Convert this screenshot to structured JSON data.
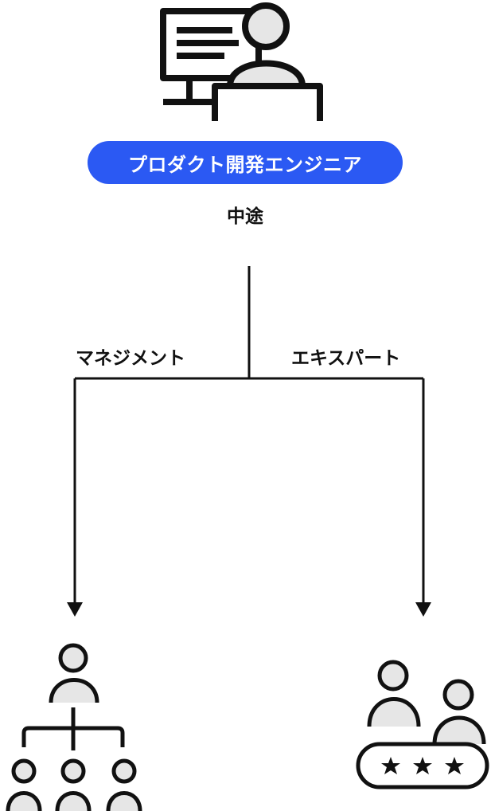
{
  "role": {
    "title": "プロダクト開発エンジニア",
    "subtitle": "中途"
  },
  "branches": {
    "left": {
      "label": "マネジメント",
      "icon": "org-chart-icon"
    },
    "right": {
      "label": "エキスパート",
      "icon": "rated-experts-icon"
    }
  },
  "icons": {
    "top": "developer-at-computer-icon"
  },
  "colors": {
    "accent": "#2b59f3",
    "line": "#111111",
    "icon_fill": "#e6e6e6"
  }
}
